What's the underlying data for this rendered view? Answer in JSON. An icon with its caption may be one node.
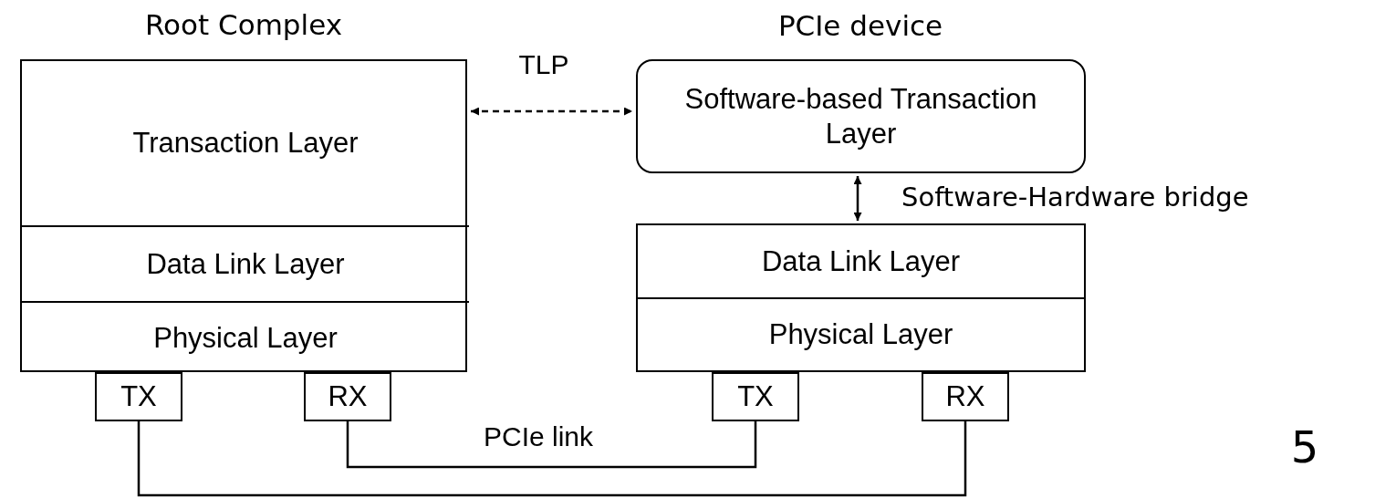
{
  "diagram": {
    "nodes": [
      {
        "text": [
          "Root Complex"
        ]
      },
      {
        "text": [
          "Transaction Layer"
        ],
        "in": 0
      },
      {
        "text": [
          "Data Link Layer"
        ],
        "in": 0
      },
      {
        "text": [
          "Physical Layer"
        ],
        "in": 0
      },
      {
        "text": [
          "TX"
        ]
      },
      {
        "text": [
          "RX"
        ]
      },
      {
        "text": [
          "Software-based Transaction Layer"
        ]
      },
      {
        "text": [
          "Data Link Layer"
        ]
      },
      {
        "text": [
          "Physical Layer"
        ]
      },
      {
        "text": [
          "TX"
        ]
      },
      {
        "text": [
          "RX"
        ]
      }
    ],
    "edges": [
      {
        "from": 1,
        "to": 6,
        "arrow": "both",
        "style": "dashed",
        "label": "TLP"
      },
      {
        "from": 6,
        "to": 7,
        "arrow": "both",
        "label": "Software-Hardware bridge"
      },
      {
        "from": 5,
        "to": 9,
        "arrow": "none",
        "label": "PCIe link"
      },
      {
        "from": 4,
        "to": 10,
        "arrow": "none"
      }
    ],
    "labels": [
      "PCIe device",
      "5"
    ]
  }
}
